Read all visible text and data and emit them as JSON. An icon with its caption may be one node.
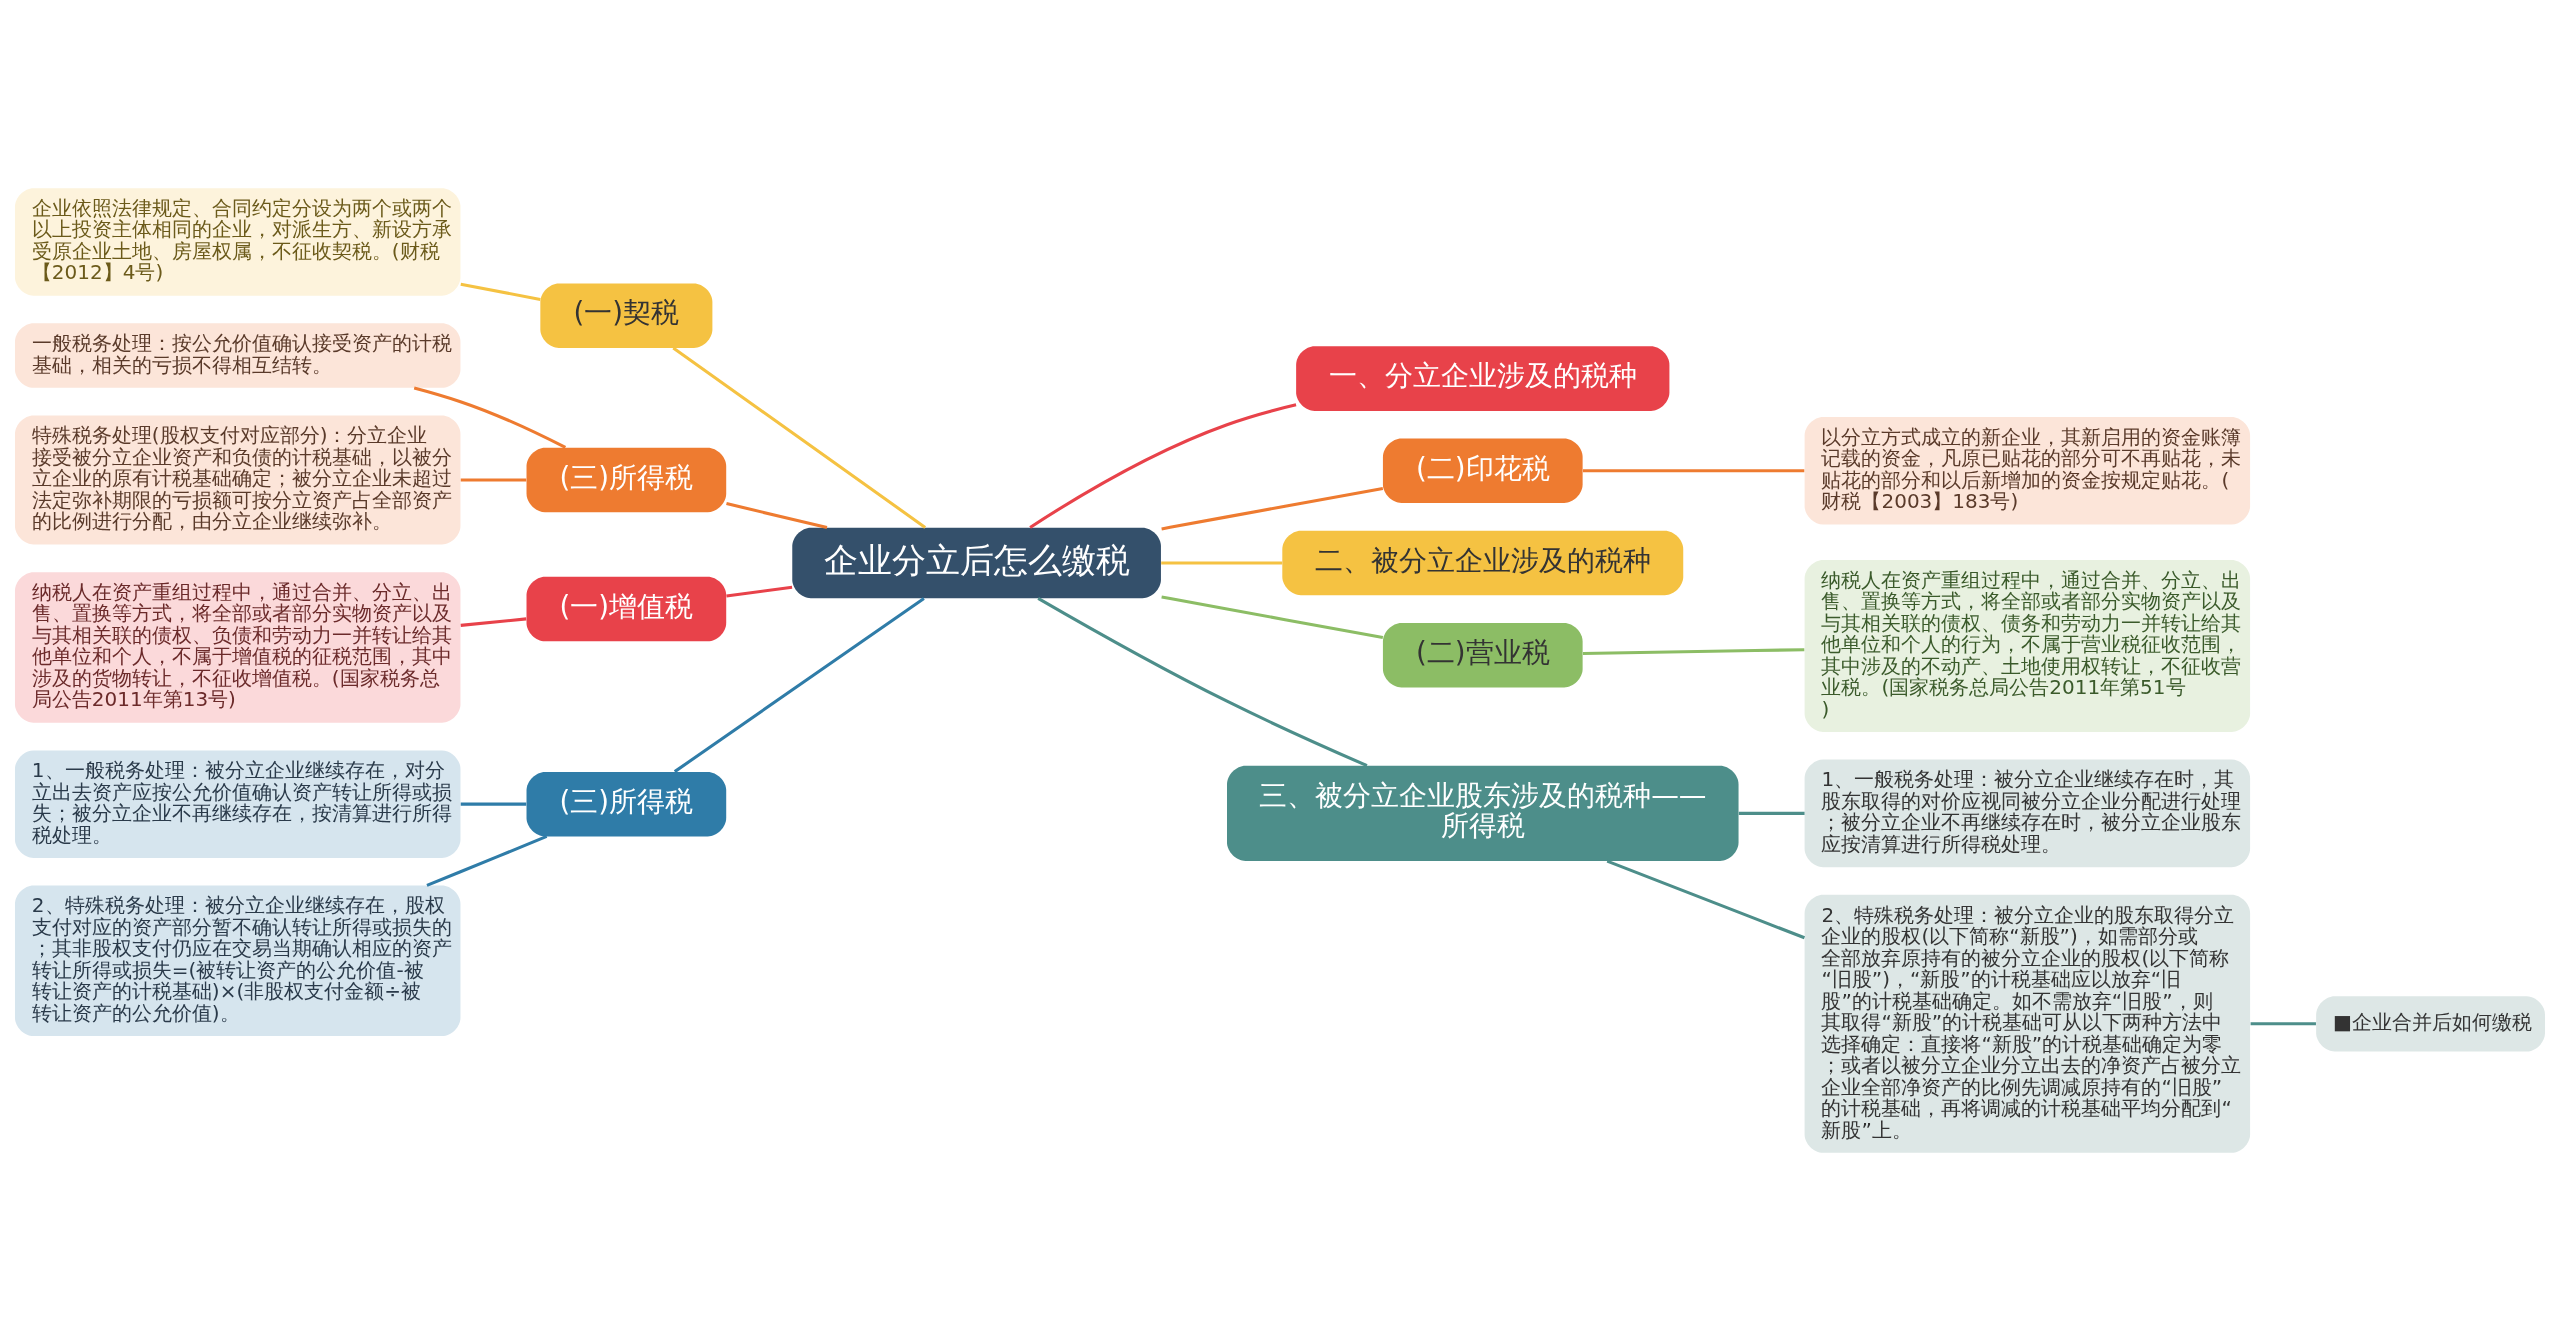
{
  "diagram": {
    "nodes": [
      {
        "text": [
          "企业分立后怎么缴税"
        ]
      },
      {
        "text": [
          "一、分立企业涉及的税种"
        ]
      },
      {
        "text": [
          "(二)印花税"
        ]
      },
      {
        "text": [
          "以分立方式成立的新企业，其新启用的资金账簿记载的资金，凡原已贴花的部分可不再贴花，未贴花的部分和以后新增加的资金按规定贴花。(财税【2003】183号)"
        ]
      },
      {
        "text": [
          "二、被分立企业涉及的税种"
        ]
      },
      {
        "text": [
          "(二)营业税"
        ]
      },
      {
        "text": [
          "纳税人在资产重组过程中，通过合并、分立、出售、置换等方式，将全部或者部分实物资产以及与其相关联的债权、债务和劳动力一并转让给其他单位和个人的行为，不属于营业税征收范围，其中涉及的不动产、土地使用权转让，不征收营业税。(国家税务总局公告2011年第51号)"
        ]
      },
      {
        "text": [
          "三、被分立企业股东涉及的税种——所得税"
        ]
      },
      {
        "text": [
          "1、一般税务处理：被分立企业继续存在时，其股东取得的对价应视同被分立企业分配进行处理；被分立企业不再继续存在时，被分立企业股东应按清算进行所得税处理。"
        ]
      },
      {
        "text": [
          "2、特殊税务处理：被分立企业的股东取得分立企业的股权(以下简称“新股”)，如需部分或全部放弃原持有的被分立企业的股权(以下简称“旧股”)，“新股”的计税基础应以放弃“旧股”的计税基础确定。如不需放弃“旧股”，则其取得“新股”的计税基础可从以下两种方法中选择确定：直接将“新股”的计税基础确定为零；或者以被分立企业分立出去的净资产占被分立企业全部净资产的比例先调减原持有的“旧股”的计税基础，再将调减的计税基础平均分配到“新股”上。"
        ]
      },
      {
        "text": [
          "■企业合并后如何缴税"
        ]
      },
      {
        "text": [
          "(一)契税"
        ]
      },
      {
        "text": [
          "企业依照法律规定、合同约定分设为两个或两个以上投资主体相同的企业，对派生方、新设方承受原企业土地、房屋权属，不征收契税。(财税【2012】4号)"
        ]
      },
      {
        "text": [
          "(三)所得税"
        ]
      },
      {
        "text": [
          "一般税务处理：按公允价值确认接受资产的计税基础，相关的亏损不得相互结转。"
        ]
      },
      {
        "text": [
          "特殊税务处理(股权支付对应部分)：分立企业接受被分立企业资产和负债的计税基础，以被分立企业的原有计税基础确定；被分立企业未超过法定弥补期限的亏损额可按分立资产占全部资产的比例进行分配，由分立企业继续弥补。"
        ]
      },
      {
        "text": [
          "(一)增值税"
        ]
      },
      {
        "text": [
          "纳税人在资产重组过程中，通过合并、分立、出售、置换等方式，将全部或者部分实物资产以及与其相关联的债权、负债和劳动力一并转让给其他单位和个人，不属于增值税的征税范围，其中涉及的货物转让，不征收增值税。(国家税务总局公告2011年第13号)"
        ]
      },
      {
        "text": [
          "(三)所得税"
        ]
      },
      {
        "text": [
          "1、一般税务处理：被分立企业继续存在，对分立出去资产应按公允价值确认资产转让所得或损失；被分立企业不再继续存在，按清算进行所得税处理。"
        ]
      },
      {
        "text": [
          "2、特殊税务处理：被分立企业继续存在，股权支付对应的资产部分暂不确认转让所得或损失的；其非股权支付仍应在交易当期确认相应的资产转让所得或损失=(被转让资产的公允价值-被转让资产的计税基础)×(非股权支付金额÷被转让资产的公允价值)。"
        ]
      }
    ],
    "edges": [
      {
        "from": 0,
        "to": 1,
        "arrow": "none",
        "color": "#e8424a"
      },
      {
        "from": 0,
        "to": 2,
        "arrow": "none",
        "color": "#ee7b30"
      },
      {
        "from": 2,
        "to": 3,
        "arrow": "none",
        "color": "#ee7b30"
      },
      {
        "from": 0,
        "to": 4,
        "arrow": "none",
        "color": "#f5c242"
      },
      {
        "from": 0,
        "to": 5,
        "arrow": "none",
        "color": "#8cbd65"
      },
      {
        "from": 5,
        "to": 6,
        "arrow": "none",
        "color": "#8cbd65"
      },
      {
        "from": 0,
        "to": 7,
        "arrow": "none",
        "color": "#4d8e8a"
      },
      {
        "from": 7,
        "to": 8,
        "arrow": "none",
        "color": "#4d8e8a"
      },
      {
        "from": 7,
        "to": 9,
        "arrow": "none",
        "color": "#4d8e8a"
      },
      {
        "from": 9,
        "to": 10,
        "arrow": "none",
        "color": "#4d8e8a"
      },
      {
        "from": 0,
        "to": 11,
        "arrow": "none",
        "color": "#f5c242"
      },
      {
        "from": 11,
        "to": 12,
        "arrow": "none",
        "color": "#f5c242"
      },
      {
        "from": 0,
        "to": 13,
        "arrow": "none",
        "color": "#ee7b30"
      },
      {
        "from": 13,
        "to": 14,
        "arrow": "none",
        "color": "#ee7b30"
      },
      {
        "from": 13,
        "to": 15,
        "arrow": "none",
        "color": "#ee7b30"
      },
      {
        "from": 0,
        "to": 16,
        "arrow": "none",
        "color": "#e8424a"
      },
      {
        "from": 16,
        "to": 17,
        "arrow": "none",
        "color": "#e8424a"
      },
      {
        "from": 0,
        "to": 18,
        "arrow": "none",
        "color": "#2f7ca8"
      },
      {
        "from": 18,
        "to": 19,
        "arrow": "none",
        "color": "#2f7ca8"
      },
      {
        "from": 18,
        "to": 20,
        "arrow": "none",
        "color": "#2f7ca8"
      }
    ]
  }
}
